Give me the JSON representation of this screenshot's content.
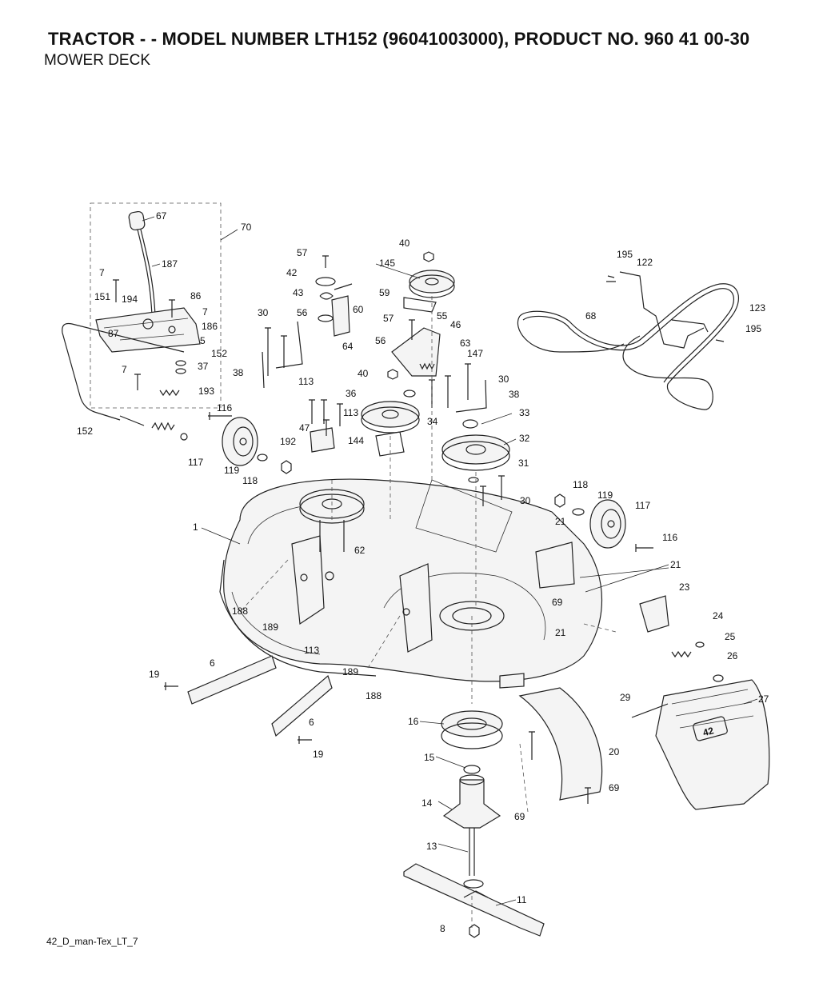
{
  "header": {
    "title": "TRACTOR - - MODEL NUMBER LTH152 (96041003000), PRODUCT NO. 960 41 00-30",
    "subtitle": "MOWER DECK"
  },
  "footer": {
    "code": "42_D_man-Tex_LT_7"
  },
  "decal": {
    "text": "42"
  },
  "callouts": [
    {
      "n": "67"
    },
    {
      "n": "70"
    },
    {
      "n": "187"
    },
    {
      "n": "7"
    },
    {
      "n": "86"
    },
    {
      "n": "151"
    },
    {
      "n": "194"
    },
    {
      "n": "7"
    },
    {
      "n": "186"
    },
    {
      "n": "87"
    },
    {
      "n": "5"
    },
    {
      "n": "152"
    },
    {
      "n": "7"
    },
    {
      "n": "37"
    },
    {
      "n": "193"
    },
    {
      "n": "152"
    },
    {
      "n": "116"
    },
    {
      "n": "117"
    },
    {
      "n": "119"
    },
    {
      "n": "118"
    },
    {
      "n": "57"
    },
    {
      "n": "42"
    },
    {
      "n": "43"
    },
    {
      "n": "56"
    },
    {
      "n": "60"
    },
    {
      "n": "30"
    },
    {
      "n": "64"
    },
    {
      "n": "38"
    },
    {
      "n": "113"
    },
    {
      "n": "40"
    },
    {
      "n": "145"
    },
    {
      "n": "59"
    },
    {
      "n": "57"
    },
    {
      "n": "55"
    },
    {
      "n": "46"
    },
    {
      "n": "63"
    },
    {
      "n": "147"
    },
    {
      "n": "56"
    },
    {
      "n": "40"
    },
    {
      "n": "30"
    },
    {
      "n": "36"
    },
    {
      "n": "38"
    },
    {
      "n": "113"
    },
    {
      "n": "33"
    },
    {
      "n": "47"
    },
    {
      "n": "34"
    },
    {
      "n": "192"
    },
    {
      "n": "144"
    },
    {
      "n": "32"
    },
    {
      "n": "31"
    },
    {
      "n": "30"
    },
    {
      "n": "195"
    },
    {
      "n": "122"
    },
    {
      "n": "68"
    },
    {
      "n": "123"
    },
    {
      "n": "195"
    },
    {
      "n": "118"
    },
    {
      "n": "119"
    },
    {
      "n": "117"
    },
    {
      "n": "116"
    },
    {
      "n": "21"
    },
    {
      "n": "1"
    },
    {
      "n": "62"
    },
    {
      "n": "21"
    },
    {
      "n": "23"
    },
    {
      "n": "69"
    },
    {
      "n": "188"
    },
    {
      "n": "189"
    },
    {
      "n": "113"
    },
    {
      "n": "21"
    },
    {
      "n": "24"
    },
    {
      "n": "25"
    },
    {
      "n": "26"
    },
    {
      "n": "6"
    },
    {
      "n": "19"
    },
    {
      "n": "189"
    },
    {
      "n": "188"
    },
    {
      "n": "29"
    },
    {
      "n": "27"
    },
    {
      "n": "6"
    },
    {
      "n": "16"
    },
    {
      "n": "19"
    },
    {
      "n": "20"
    },
    {
      "n": "15"
    },
    {
      "n": "69"
    },
    {
      "n": "14"
    },
    {
      "n": "69"
    },
    {
      "n": "13"
    },
    {
      "n": "11"
    },
    {
      "n": "8"
    }
  ]
}
